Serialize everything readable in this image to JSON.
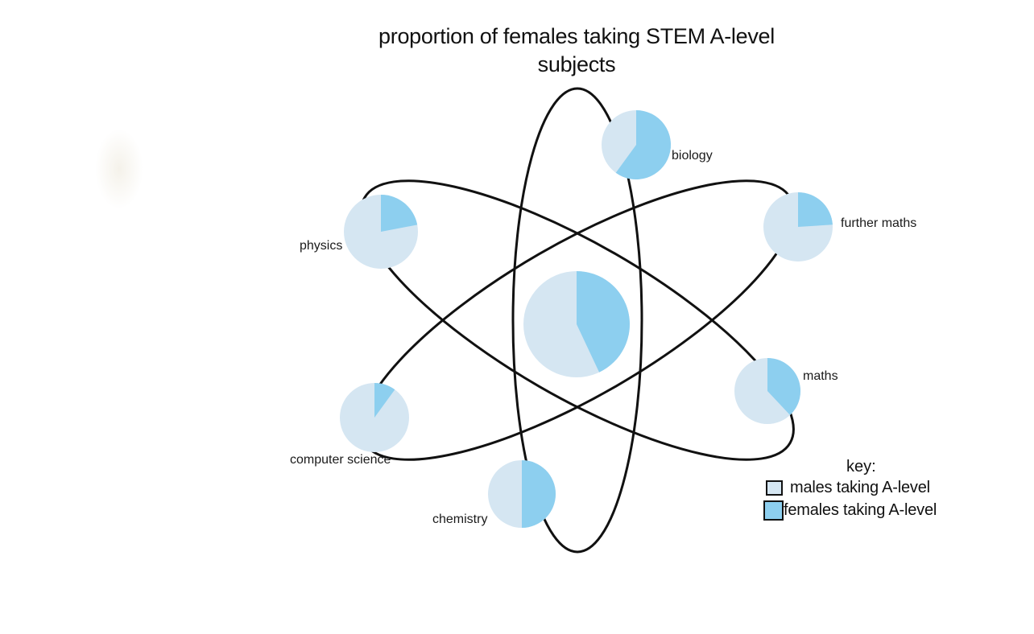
{
  "colors": {
    "males": "#d5e6f2",
    "females": "#8dcfef",
    "orbit": "#111111",
    "background": "#ffffff"
  },
  "chart_data": {
    "type": "pie",
    "title": "proportion of females taking STEM A-level subjects",
    "series": [
      {
        "name": "males taking A-level",
        "color": "#d5e6f2"
      },
      {
        "name": "females taking A-level",
        "color": "#8dcfef"
      }
    ],
    "pies": [
      {
        "id": "overall",
        "label": "",
        "female_fraction": 0.43
      },
      {
        "id": "biology",
        "label": "biology",
        "female_fraction": 0.6
      },
      {
        "id": "further-maths",
        "label": "further maths",
        "female_fraction": 0.24
      },
      {
        "id": "maths",
        "label": "maths",
        "female_fraction": 0.38
      },
      {
        "id": "chemistry",
        "label": "chemistry",
        "female_fraction": 0.5
      },
      {
        "id": "computer-science",
        "label": "computer science",
        "female_fraction": 0.1
      },
      {
        "id": "physics",
        "label": "physics",
        "female_fraction": 0.22
      }
    ],
    "legend": {
      "title": "key:",
      "position": "bottom-right",
      "entries": [
        "males taking A-level",
        "females taking A-level"
      ]
    }
  }
}
